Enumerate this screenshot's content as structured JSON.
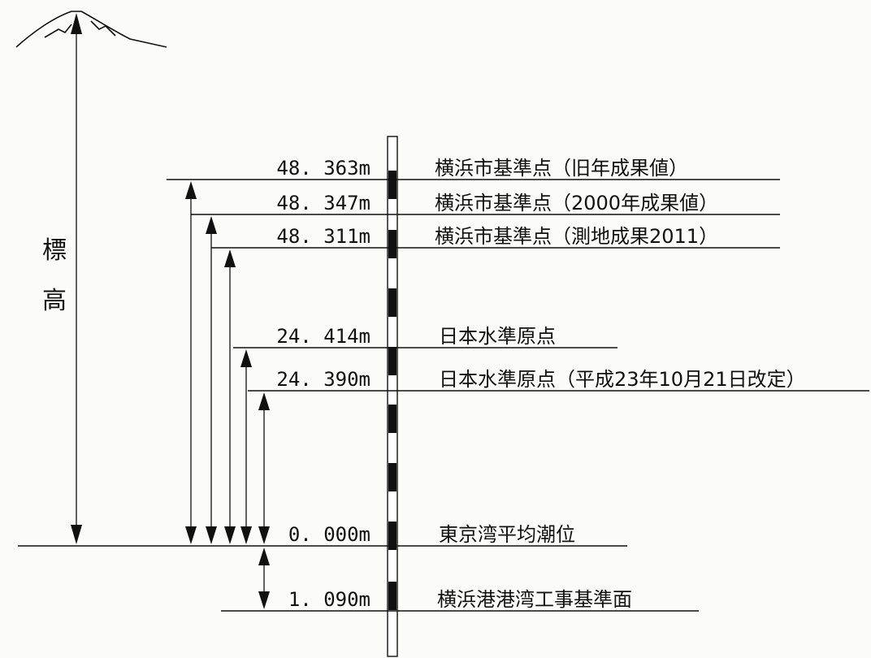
{
  "vertical_label": [
    "標",
    "高"
  ],
  "levels": [
    {
      "value": "48. 363m",
      "label": "横浜市基準点（旧年成果値）"
    },
    {
      "value": "48. 347m",
      "label": "横浜市基準点（2000年成果値）"
    },
    {
      "value": "48. 311m",
      "label": "横浜市基準点（測地成果2011）"
    },
    {
      "value": "24. 414m",
      "label": "日本水準原点"
    },
    {
      "value": "24. 390m",
      "label": "日本水準原点（平成23年10月21日改定）"
    },
    {
      "value": "0. 000m",
      "label": "東京湾平均潮位"
    },
    {
      "value": "1. 090m",
      "label": "横浜港港湾工事基準面"
    }
  ]
}
